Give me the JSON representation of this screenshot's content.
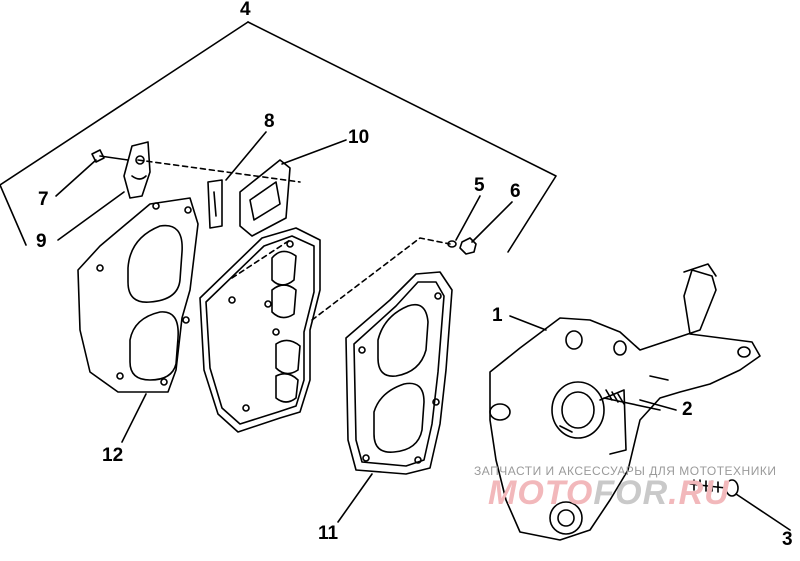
{
  "diagram": {
    "callouts": [
      {
        "id": "c4",
        "text": "4"
      },
      {
        "id": "c8",
        "text": "8"
      },
      {
        "id": "c10",
        "text": "10"
      },
      {
        "id": "c5",
        "text": "5"
      },
      {
        "id": "c6",
        "text": "6"
      },
      {
        "id": "c7",
        "text": "7"
      },
      {
        "id": "c9",
        "text": "9"
      },
      {
        "id": "c1",
        "text": "1"
      },
      {
        "id": "c2",
        "text": "2"
      },
      {
        "id": "c12",
        "text": "12"
      },
      {
        "id": "c11",
        "text": "11"
      },
      {
        "id": "c3",
        "text": "3"
      }
    ]
  },
  "watermark": {
    "tagline": "ЗАПЧАСТИ И АКСЕССУАРЫ ДЛЯ МОТОТЕХНИКИ",
    "logo_left": "MOTO",
    "logo_mid": "FOR",
    "logo_right": ".RU",
    "logo_color": "#f2b8bb"
  }
}
